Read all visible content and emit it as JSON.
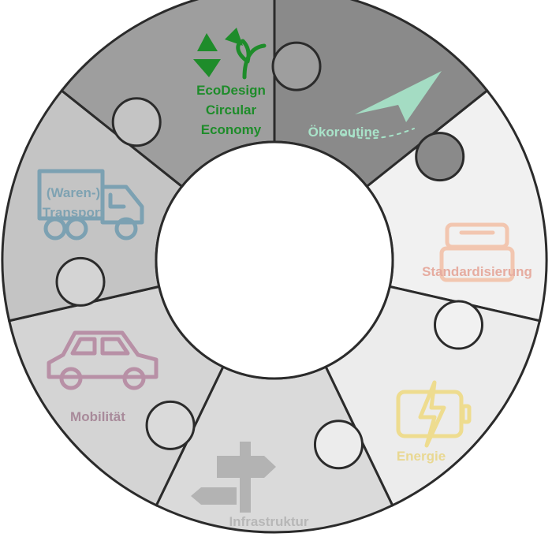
{
  "segments": [
    {
      "id": "eco",
      "lines": [
        "EcoDesign",
        "Circular",
        "Economy"
      ],
      "fill": "#8a8a8a",
      "label_color": "#1e8c2a",
      "icon": "recycle-sprout-icon",
      "icon_color": "#1e8c2a"
    },
    {
      "id": "okoroutine",
      "lines": [
        "Ökoroutine"
      ],
      "fill": "#f1f1f1",
      "label_color": "#a9e3c9",
      "icon": "paper-plane-icon",
      "icon_color": "#a6e4c9"
    },
    {
      "id": "standard",
      "lines": [
        "Standardisierung"
      ],
      "fill": "#ececec",
      "label_color": "#e6aca0",
      "icon": "standards-stack-icon",
      "icon_color": "#f2c6b0"
    },
    {
      "id": "energie",
      "lines": [
        "Energie"
      ],
      "fill": "#dadada",
      "label_color": "#e9d892",
      "icon": "battery-charging-icon",
      "icon_color": "#eedc8f"
    },
    {
      "id": "infra",
      "lines": [
        "Infrastruktur"
      ],
      "fill": "#d4d4d4",
      "label_color": "#b7b7b7",
      "icon": "signpost-icon",
      "icon_color": "#b3b3b3"
    },
    {
      "id": "mobil",
      "lines": [
        "Mobilität"
      ],
      "fill": "#c4c4c4",
      "label_color": "#a88a9a",
      "icon": "car-icon",
      "icon_color": "#b890a6"
    },
    {
      "id": "transport",
      "lines": [
        "(Waren-)",
        "Transport"
      ],
      "fill": "#9e9e9e",
      "label_color": "#7ea2b2",
      "icon": "delivery-truck-icon",
      "icon_color": "#7ca1b2"
    }
  ]
}
